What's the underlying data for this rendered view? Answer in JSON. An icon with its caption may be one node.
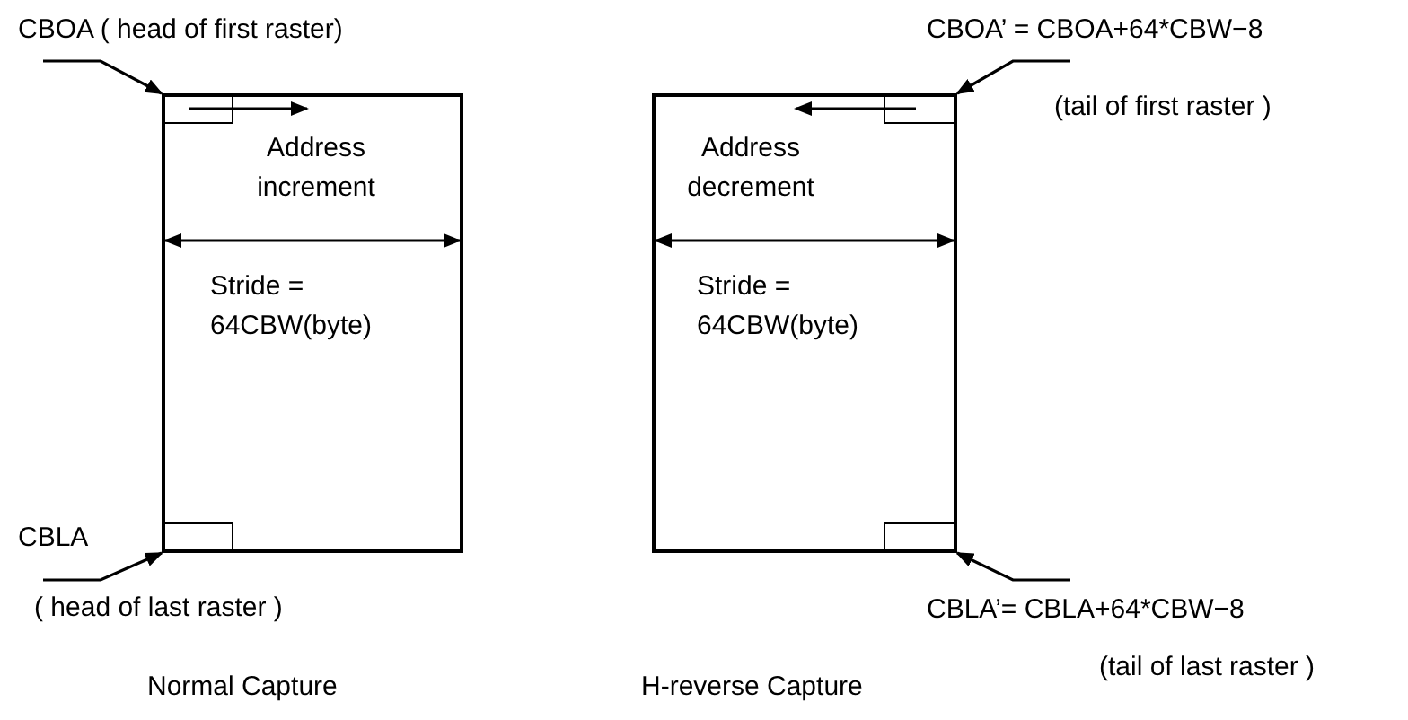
{
  "diagram": {
    "nodes": [
      {
        "text": [
          "Address increment",
          "Stride = 64CBW(byte)"
        ]
      },
      {
        "text": [],
        "shape": "box",
        "in": 0
      },
      {
        "text": [],
        "shape": "box",
        "in": 0
      },
      {
        "text": [
          "CBOA ( head of first raster)"
        ]
      },
      {
        "text": [
          "CBLA"
        ],
        "beside": [
          "( head of last raster )"
        ]
      },
      {
        "text": [
          "Address decrement",
          "Stride = 64CBW(byte)"
        ]
      },
      {
        "text": [],
        "shape": "box",
        "in": 5
      },
      {
        "text": [],
        "shape": "box",
        "in": 5
      },
      {
        "text": [
          "CBOA’ = CBOA+64*CBW−8"
        ],
        "beside": [
          "(tail of first raster )"
        ]
      },
      {
        "text": [
          "CBLA’= CBLA+64*CBW−8"
        ],
        "beside": [
          "(tail of last raster )"
        ]
      }
    ],
    "edges": [
      {
        "from": 3,
        "to": 1,
        "arrow": "to"
      },
      {
        "from": 4,
        "to": 2,
        "arrow": "to"
      },
      {
        "from": 8,
        "to": 6,
        "arrow": "to"
      },
      {
        "from": 9,
        "to": 7,
        "arrow": "to"
      },
      {
        "from": 1,
        "to": null,
        "arrow": "to"
      },
      {
        "from": 6,
        "to": null,
        "arrow": "to"
      }
    ],
    "labels": [
      "Normal Capture",
      "H-reverse Capture"
    ]
  }
}
